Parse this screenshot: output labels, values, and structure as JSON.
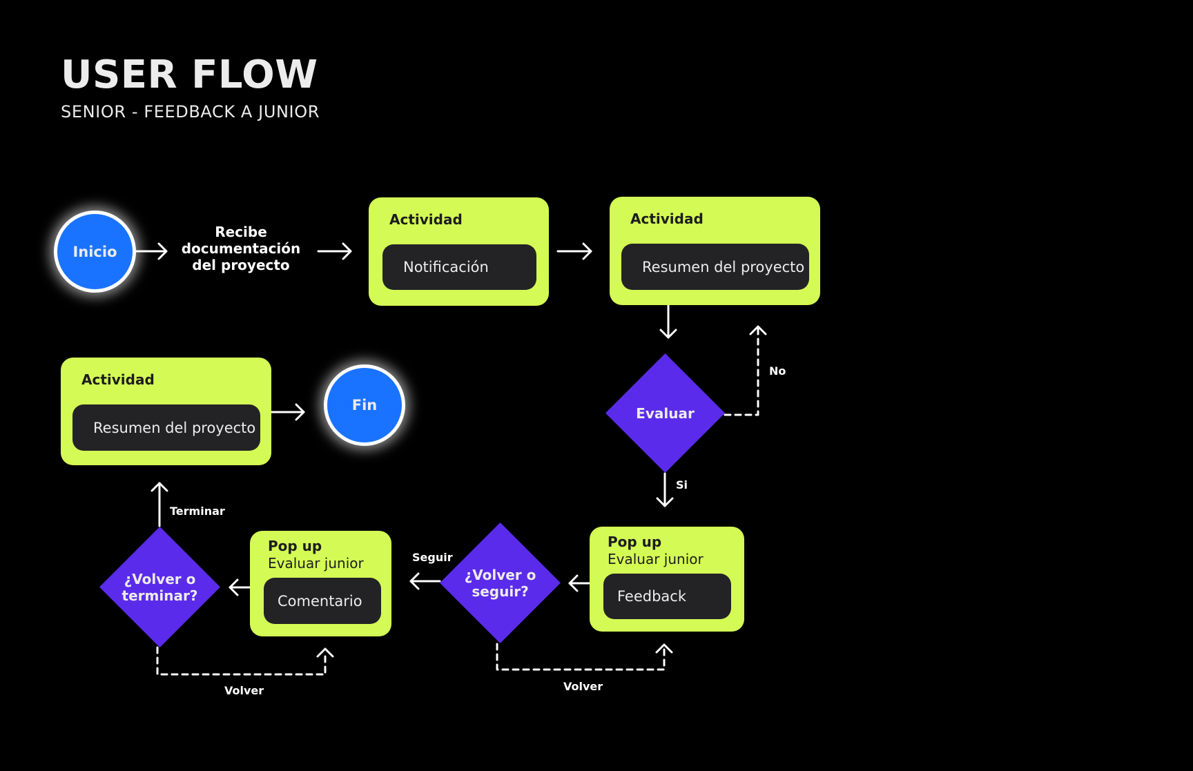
{
  "header": {
    "title": "USER FLOW",
    "subtitle": "SENIOR - FEEDBACK A JUNIOR"
  },
  "colors": {
    "background": "#000000",
    "activity_card": "#d4fb55",
    "inner_button": "#232326",
    "terminal_circle": "#1a73ff",
    "decision": "#5b2beb",
    "connector": "#ffffff"
  },
  "nodes": {
    "start": {
      "type": "terminal",
      "label": "Inicio"
    },
    "receive_docs": {
      "type": "step",
      "lines": [
        "Recibe",
        "documentación",
        "del proyecto"
      ]
    },
    "activity_notification": {
      "type": "activity",
      "heading": "Actividad",
      "content": "Notificación"
    },
    "activity_summary": {
      "type": "activity",
      "heading": "Actividad",
      "content": "Resumen del proyecto"
    },
    "decision_evaluate": {
      "type": "decision",
      "label": "Evaluar"
    },
    "popup_feedback": {
      "type": "popup",
      "heading": "Pop up",
      "subheading": "Evaluar junior",
      "content": "Feedback"
    },
    "decision_back_or_continue": {
      "type": "decision",
      "lines": [
        "¿Volver o",
        "seguir?"
      ]
    },
    "popup_comment": {
      "type": "popup",
      "heading": "Pop up",
      "subheading": "Evaluar junior",
      "content": "Comentario"
    },
    "decision_back_or_finish": {
      "type": "decision",
      "lines": [
        "¿Volver o",
        "terminar?"
      ]
    },
    "activity_final_summary": {
      "type": "activity",
      "heading": "Actividad",
      "content": "Resumen del proyecto"
    },
    "end": {
      "type": "terminal",
      "label": "Fin"
    }
  },
  "edges": [
    {
      "from": "start",
      "to": "receive_docs",
      "style": "solid",
      "label": ""
    },
    {
      "from": "receive_docs",
      "to": "activity_notification",
      "style": "solid",
      "label": ""
    },
    {
      "from": "activity_notification",
      "to": "activity_summary",
      "style": "solid",
      "label": ""
    },
    {
      "from": "activity_summary",
      "to": "decision_evaluate",
      "style": "solid",
      "label": ""
    },
    {
      "from": "decision_evaluate",
      "to": "activity_summary",
      "style": "dashed",
      "label": "No"
    },
    {
      "from": "decision_evaluate",
      "to": "popup_feedback",
      "style": "solid",
      "label": "Si"
    },
    {
      "from": "popup_feedback",
      "to": "decision_back_or_continue",
      "style": "solid",
      "label": ""
    },
    {
      "from": "decision_back_or_continue",
      "to": "popup_feedback",
      "style": "dashed",
      "label": "Volver"
    },
    {
      "from": "decision_back_or_continue",
      "to": "popup_comment",
      "style": "solid",
      "label": "Seguir"
    },
    {
      "from": "popup_comment",
      "to": "decision_back_or_finish",
      "style": "solid",
      "label": ""
    },
    {
      "from": "decision_back_or_finish",
      "to": "popup_comment",
      "style": "dashed",
      "label": "Volver"
    },
    {
      "from": "decision_back_or_finish",
      "to": "activity_final_summary",
      "style": "solid",
      "label": "Terminar"
    },
    {
      "from": "activity_final_summary",
      "to": "end",
      "style": "solid",
      "label": ""
    }
  ]
}
